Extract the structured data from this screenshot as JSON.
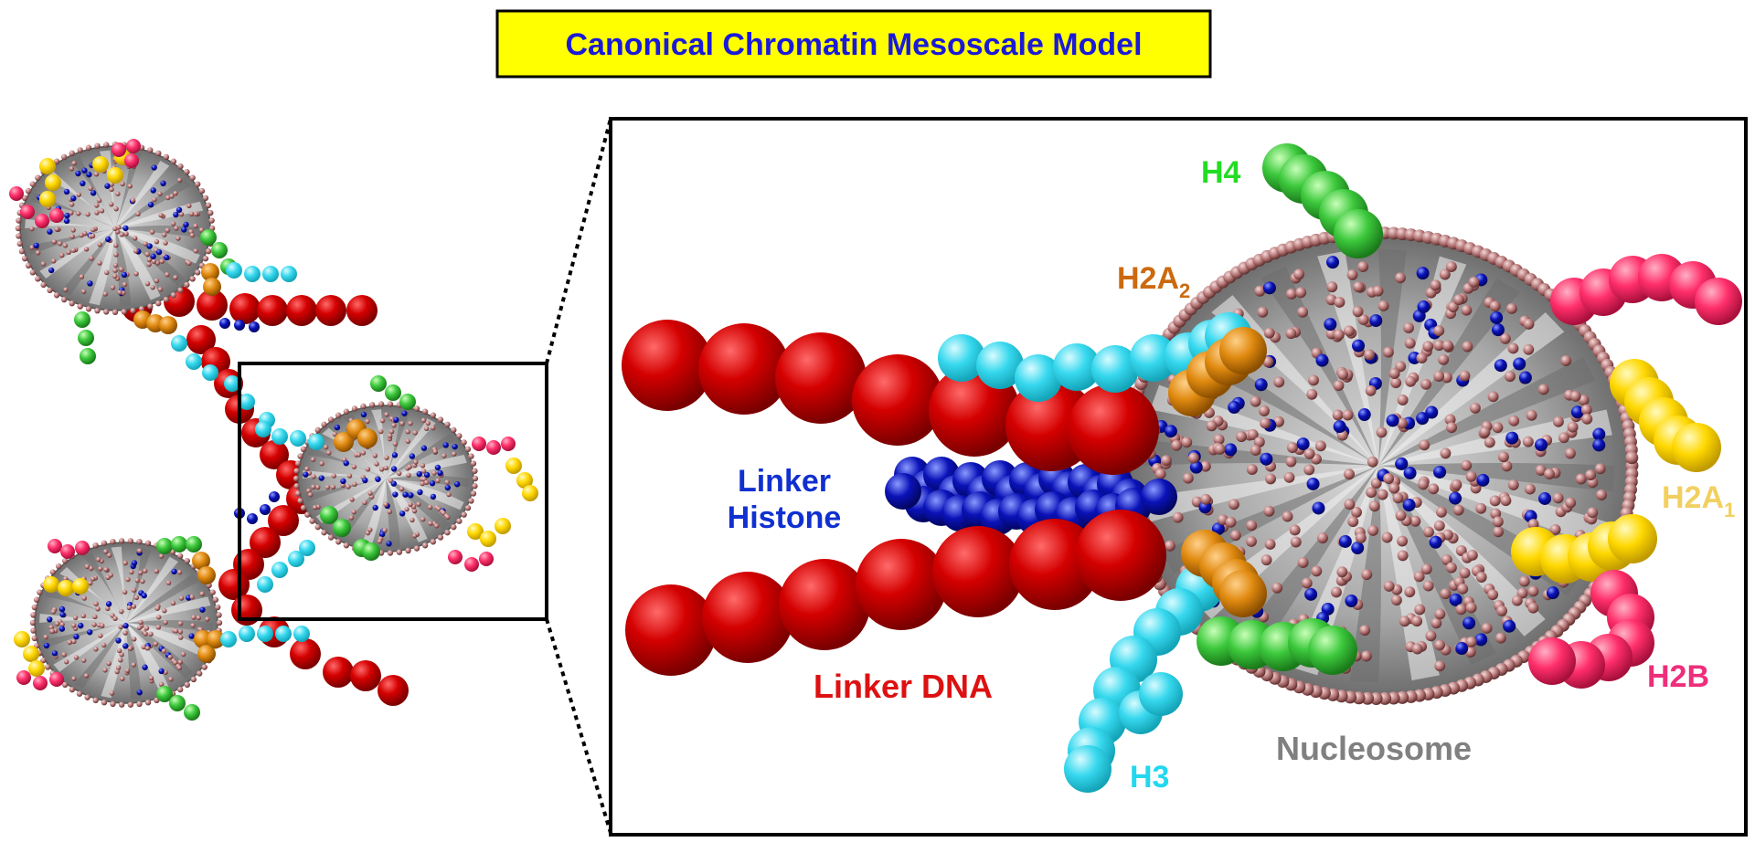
{
  "title": "Canonical Chromatin Mesoscale Model",
  "labels": {
    "h4": "H4",
    "h2a2_main": "H2A",
    "h2a2_sub": "2",
    "linker_histone_line1": "Linker",
    "linker_histone_line2": "Histone",
    "h2a1_main": "H2A",
    "h2a1_sub": "1",
    "linker_dna": "Linker DNA",
    "h2b": "H2B",
    "h3": "H3",
    "nucleosome": "Nucleosome"
  },
  "colors": {
    "title_bg": "#ffff00",
    "title_text": "#1a1ad8",
    "linker_dna": "#d40000",
    "linker_histone": "#0a12b8",
    "h3": "#2fd8ec",
    "h4": "#34c43a",
    "h2a2": "#e08a10",
    "h2a1": "#ffd800",
    "h2b": "#ff2e6a",
    "nucleosome": "#9a9a9a"
  },
  "label_colors": {
    "h4": "#22dd22",
    "h2a2": "#cc6a10",
    "linker_histone": "#1030d0",
    "h2a1": "#f2d060",
    "linker_dna": "#dd1111",
    "h2b": "#ee2e7a",
    "h3": "#22d8ee",
    "nucleosome": "#808080"
  }
}
